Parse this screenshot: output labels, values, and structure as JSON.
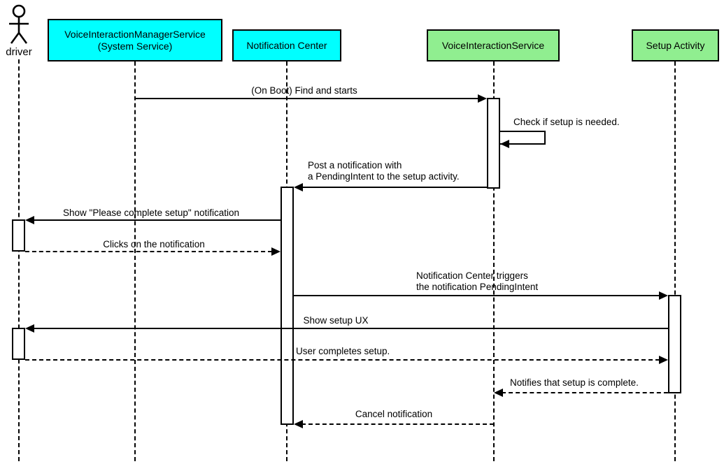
{
  "diagram": {
    "type": "uml-sequence-diagram",
    "actor": {
      "label": "driver"
    },
    "participants": [
      {
        "label": "VoiceInteractionManagerService\n(System Service)",
        "color": "#00ffff"
      },
      {
        "label": "Notification Center",
        "color": "#00ffff"
      },
      {
        "label": "VoiceInteractionService",
        "color": "#90ee90"
      },
      {
        "label": "Setup Activity",
        "color": "#90ee90"
      }
    ],
    "messages": [
      {
        "text": "(On Boot) Find and starts",
        "from": "VoiceInteractionManagerService (System Service)",
        "to": "VoiceInteractionService",
        "line": "solid"
      },
      {
        "text": "Check if setup is needed.",
        "from": "VoiceInteractionService",
        "to": "VoiceInteractionService",
        "line": "solid-self"
      },
      {
        "text": "Post a notification with\na PendingIntent to the setup activity.",
        "from": "VoiceInteractionService",
        "to": "Notification Center",
        "line": "solid"
      },
      {
        "text": "Show \"Please complete setup\" notification",
        "from": "Notification Center",
        "to": "driver",
        "line": "solid"
      },
      {
        "text": "Clicks on the notification",
        "from": "driver",
        "to": "Notification Center",
        "line": "dashed"
      },
      {
        "text": "Notification Center triggers\nthe notification PendingIntent",
        "from": "Notification Center",
        "to": "Setup Activity",
        "line": "solid"
      },
      {
        "text": "Show setup UX",
        "from": "Setup Activity",
        "to": "driver",
        "line": "solid"
      },
      {
        "text": "User completes setup.",
        "from": "driver",
        "to": "Setup Activity",
        "line": "dashed"
      },
      {
        "text": "Notifies that setup is complete.",
        "from": "Setup Activity",
        "to": "VoiceInteractionService",
        "line": "dashed"
      },
      {
        "text": "Cancel notification",
        "from": "VoiceInteractionService",
        "to": "Notification Center",
        "line": "dashed"
      }
    ],
    "colors": {
      "participant_cyan": "#00ffff",
      "participant_green": "#90ee90",
      "line": "#000000",
      "background": "#ffffff"
    }
  }
}
